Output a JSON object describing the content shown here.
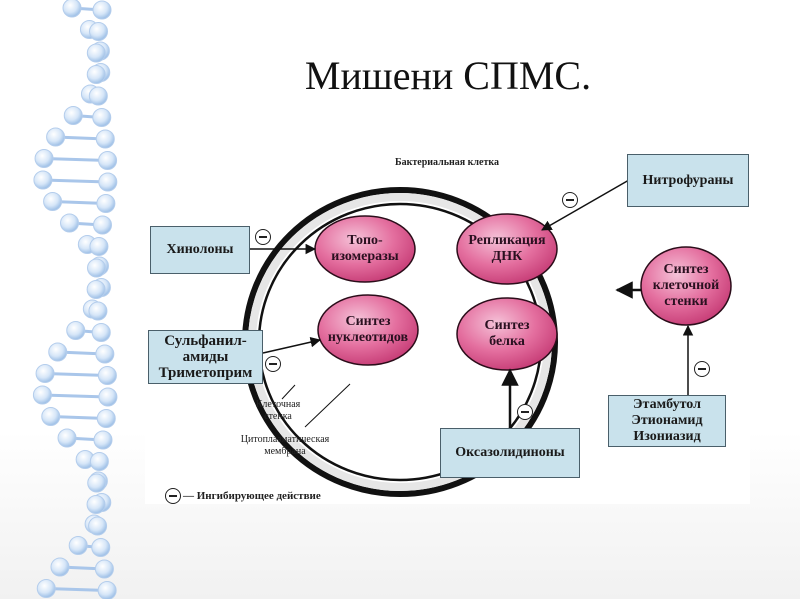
{
  "slide": {
    "title": "Мишени СПМС."
  },
  "diagram": {
    "cell_label": "Бактериальная клетка",
    "cell_wall_label": "Клеточная стенка",
    "membrane_label": "Цитоплазматическая мембрана",
    "legend_text": "— Ингибирующее действие",
    "colors": {
      "drug_box": "#c9e2ec",
      "target_fill": "#d9508a",
      "target_highlight": "#f5c2d8"
    },
    "targets": [
      {
        "id": "topoisomerases",
        "label": "Топо-\nизомеразы"
      },
      {
        "id": "dna-replication",
        "label": "Репликация\nДНК"
      },
      {
        "id": "nucleotide-synthesis",
        "label": "Синтез\nнуклеотидов"
      },
      {
        "id": "protein-synthesis",
        "label": "Синтез\nбелка"
      },
      {
        "id": "cell-wall-synthesis",
        "label": "Синтез\nклеточной\nстенки"
      }
    ],
    "drugs": [
      {
        "id": "quinolones",
        "label": "Хинолоны",
        "target": "topoisomerases"
      },
      {
        "id": "nitrofurans",
        "label": "Нитрофураны",
        "target": "dna-replication"
      },
      {
        "id": "sulfonamides",
        "label": "Сульфанил-\nамиды\nТриметоприм",
        "target": "nucleotide-synthesis"
      },
      {
        "id": "oxazolidinones",
        "label": "Оксазолидиноны",
        "target": "protein-synthesis"
      },
      {
        "id": "tb-drugs",
        "label": "Этамбутол\nЭтионамид\nИзониазид",
        "target": "cell-wall-synthesis"
      }
    ]
  }
}
